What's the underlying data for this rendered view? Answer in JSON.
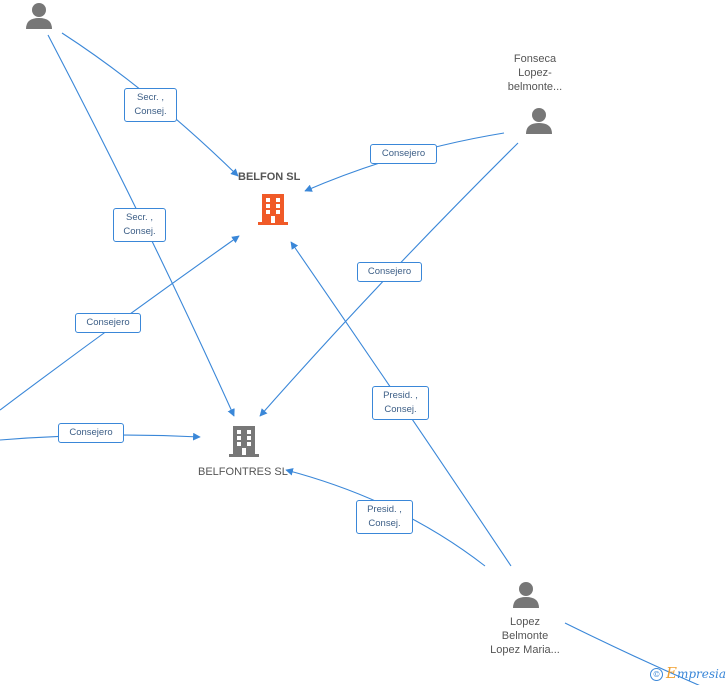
{
  "companies": {
    "belfon": {
      "name": "BELFON SL",
      "color": "#f05a28"
    },
    "belfontres": {
      "name": "BELFONTRES SL",
      "color": "#777777"
    }
  },
  "persons": {
    "fonseca": {
      "name_lines": [
        "Fonseca",
        "Lopez-",
        "belmonte..."
      ]
    },
    "lopez": {
      "name_lines": [
        "Lopez",
        "Belmonte",
        "Lopez Maria..."
      ]
    }
  },
  "edge_labels": {
    "tl_belfon": [
      "Secr. ,",
      "Consej."
    ],
    "tl_belfontres": [
      "Secr. ,",
      "Consej."
    ],
    "fonseca_belfon": [
      "Consejero"
    ],
    "fonseca_belfontres": [
      "Consejero"
    ],
    "left_belfon": [
      "Consejero"
    ],
    "left_belfontres": [
      "Consejero"
    ],
    "lopez_belfon": [
      "Presid. ,",
      "Consej."
    ],
    "lopez_belfontres": [
      "Presid. ,",
      "Consej."
    ]
  },
  "brand": {
    "copyright": "©",
    "initial": "E",
    "rest": "mpresia"
  },
  "colors": {
    "edge": "#3a87d8",
    "person_icon": "#777777"
  }
}
